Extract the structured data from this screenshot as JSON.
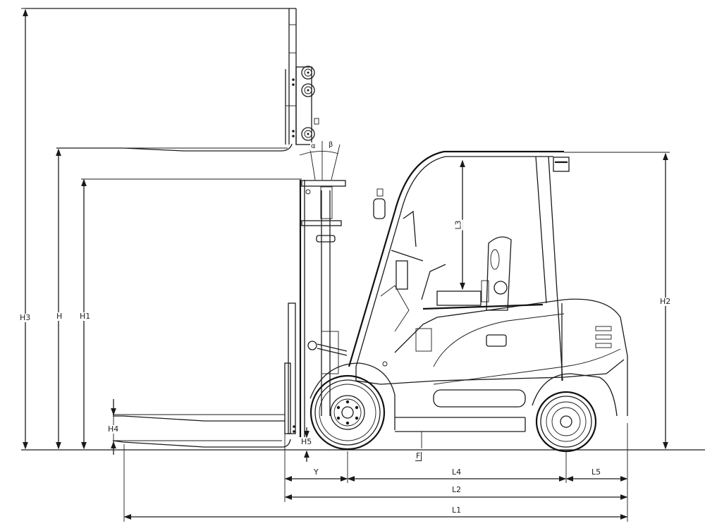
{
  "drawing": {
    "title": "Forklift side elevation dimensional drawing",
    "line_color": "#1a1a1a",
    "background": "#ffffff"
  },
  "dimensions": {
    "vertical": [
      {
        "id": "H3",
        "label": "H3",
        "meaning": "overall height, mast extended"
      },
      {
        "id": "H",
        "label": "H",
        "meaning": "max fork height"
      },
      {
        "id": "H1",
        "label": "H1",
        "meaning": "height mast lowered"
      },
      {
        "id": "H2",
        "label": "H2",
        "meaning": "overhead guard height"
      },
      {
        "id": "H4",
        "label": "H4",
        "meaning": "fork thickness"
      },
      {
        "id": "H5",
        "label": "H5",
        "meaning": "fork ground clearance"
      },
      {
        "id": "L3",
        "label": "L3",
        "meaning": "seat to overhead guard"
      },
      {
        "id": "F",
        "label": "F",
        "meaning": "ground clearance"
      }
    ],
    "horizontal": [
      {
        "id": "Y",
        "label": "Y",
        "meaning": "front overhang"
      },
      {
        "id": "L4",
        "label": "L4",
        "meaning": "wheelbase"
      },
      {
        "id": "L5",
        "label": "L5",
        "meaning": "rear overhang"
      },
      {
        "id": "L2",
        "label": "L2",
        "meaning": "length to fork face"
      },
      {
        "id": "L1",
        "label": "L1",
        "meaning": "overall length"
      }
    ],
    "angles": [
      {
        "id": "alpha",
        "label": "α",
        "meaning": "forward tilt"
      },
      {
        "id": "beta",
        "label": "β",
        "meaning": "backward tilt"
      }
    ]
  }
}
